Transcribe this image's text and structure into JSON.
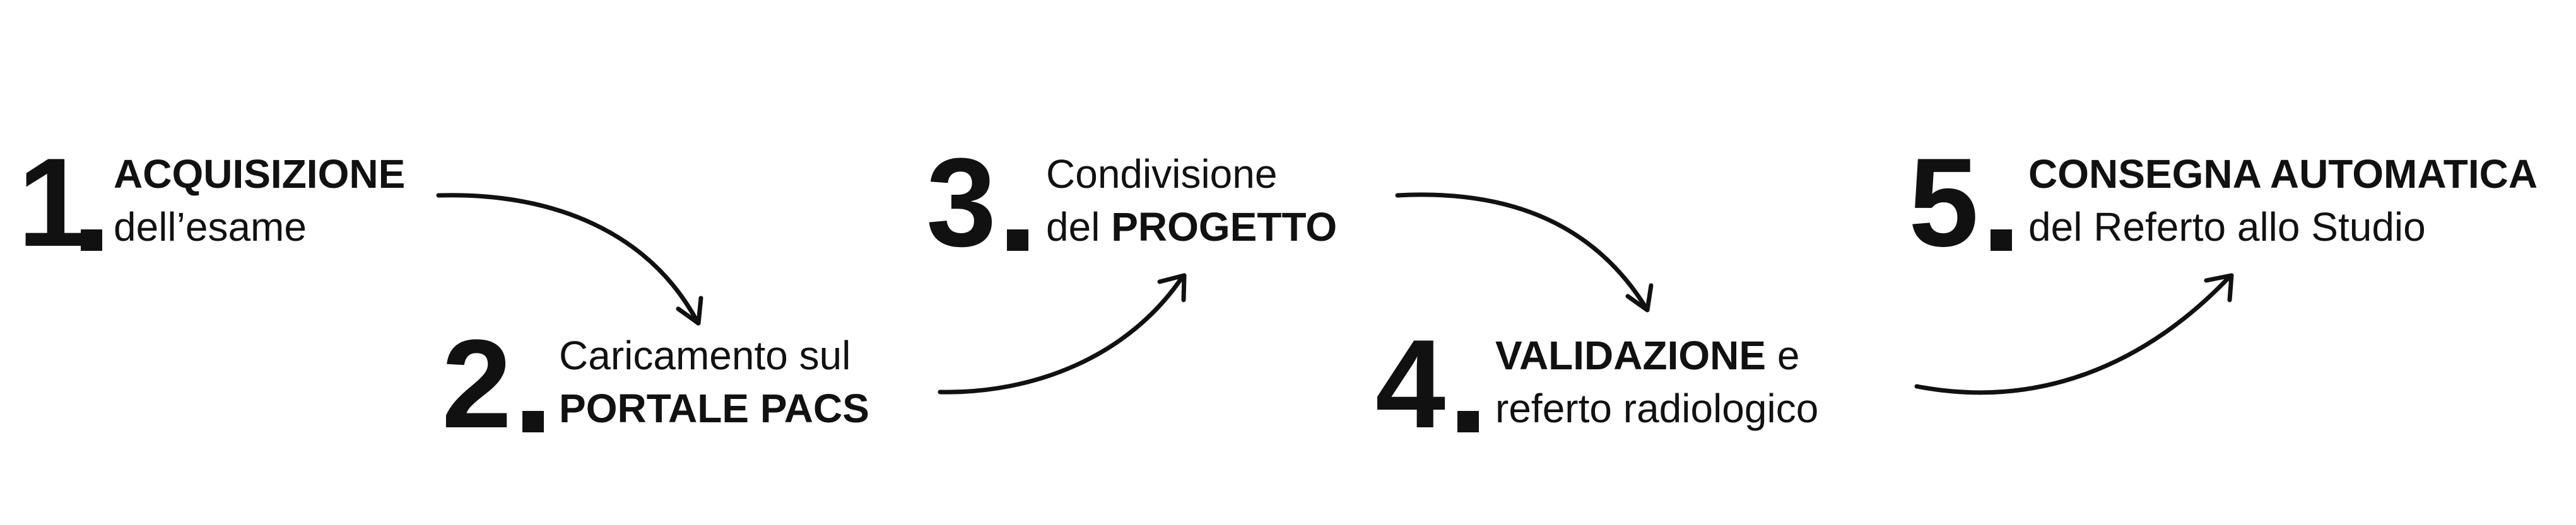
{
  "steps": [
    {
      "number": "1",
      "line1": [
        {
          "text": "ACQUISIZIONE",
          "bold": true
        }
      ],
      "line2": [
        {
          "text": "dell’esame",
          "bold": false
        }
      ]
    },
    {
      "number": "2",
      "line1": [
        {
          "text": "Caricamento sul",
          "bold": false
        }
      ],
      "line2": [
        {
          "text": "PORTALE PACS",
          "bold": true
        }
      ]
    },
    {
      "number": "3",
      "line1": [
        {
          "text": "Condivisione",
          "bold": false
        }
      ],
      "line2": [
        {
          "text": "del ",
          "bold": false
        },
        {
          "text": "PROGETTO",
          "bold": true
        }
      ]
    },
    {
      "number": "4",
      "line1": [
        {
          "text": "VALIDAZIONE",
          "bold": true
        },
        {
          "text": " e",
          "bold": false
        }
      ],
      "line2": [
        {
          "text": "referto radiologico",
          "bold": false
        }
      ]
    },
    {
      "number": "5",
      "line1": [
        {
          "text": "CONSEGNA AUTOMATICA",
          "bold": true
        }
      ],
      "line2": [
        {
          "text": "del Referto allo Studio",
          "bold": false
        }
      ]
    }
  ],
  "colors": {
    "ink": "#111111",
    "background": "#ffffff"
  }
}
